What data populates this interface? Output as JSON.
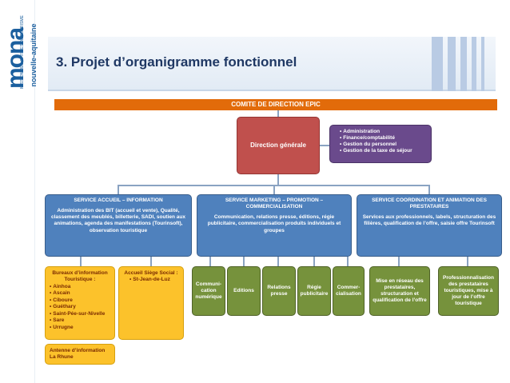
{
  "logo": {
    "big_text": "mona",
    "small_line1": "MISSION DES OFFICES DE TOURISME",
    "small_line2": "nouvelle-aquitaine"
  },
  "title": "3. Projet d’organigramme fonctionnel",
  "comite": "COMITE DE DIRECTION EPIC",
  "direction": "Direction générale",
  "admin_items": [
    "Administration",
    "Finance/comptabilité",
    "Gestion du personnel",
    "Gestion de la taxe de séjour"
  ],
  "services": {
    "accueil": {
      "title": "SERVICE ACCUEIL – INFORMATION",
      "desc": "Administration des BIT (accueil et vente), Qualité, classement des meublés, billetterie, SADI, soutien aux animations, agenda des manifestations (Tourinsoft), observation touristique"
    },
    "marketing": {
      "title": "SERVICE MARKETING – PROMOTION – COMMERCIALISATION",
      "desc": "Communication, relations presse, éditions, régie publicitaire, commercialisation produits individuels et groupes"
    },
    "coord": {
      "title": "SERVICE COORDINATION ET ANIMATION DES PRESTATAIRES",
      "desc": "Services aux professionnels, labels, structuration des filières, qualification de l’offre, saisie offre Tourinsoft"
    }
  },
  "bureaux": {
    "title": "Bureaux d’information Touristique :",
    "items": [
      "Ainhoa",
      "Ascain",
      "Ciboure",
      "Guéthary",
      "Saint-Pée-sur-Nivelle",
      "Sare",
      "Urrugne"
    ]
  },
  "siege": {
    "title": "Accueil Siège Social :",
    "items": [
      "St-Jean-de-Luz"
    ]
  },
  "antenne": {
    "line1": "Antenne d’information",
    "line2": "La Rhune"
  },
  "marketing_subs": [
    "Communi-cation numérique",
    "Editions",
    "Relations presse",
    "Régie publicitaire",
    "Commer-cialisation"
  ],
  "coord_subs": [
    "Mise en réseau des prestataires, structuration et qualification de l’offre",
    "Professionnalisation des prestataires touristiques, mise à jour de l’offre touristique"
  ],
  "colors": {
    "direction": "#c0504d",
    "admin": "#6a4a8c",
    "service": "#4f81bd",
    "sub": "#76923c",
    "yellow": "#fcc22b",
    "comite": "#e26b0a",
    "title": "#1f3864"
  }
}
